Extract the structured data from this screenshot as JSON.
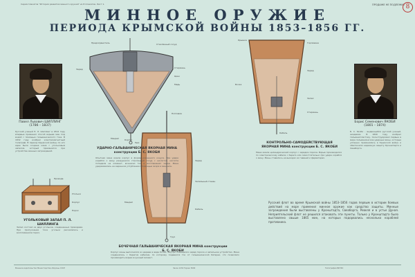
{
  "header": {
    "top_note": "Серия плакатов \"История развития минного оружия\" из 8 плакатов. Лист 1.",
    "sale_note": "ПРОДАЖЕ НЕ ПОДЛЕЖИТ",
    "badge": "8",
    "title": "МИННОЕ ОРУЖИЕ",
    "subtitle": "ПЕРИОДА КРЫМСКОЙ ВОЙНЫ 1853–1856 ГГ."
  },
  "left_person": {
    "name": "Павел Львович ШИЛЛИНГ",
    "years": "(1786 – 1837)",
    "text": "Русский ученый П. Л. Шиллинг в 1812 году впервые применил способ взрыва мин под водой с помощью гальванического тока. В 1832 году изобрел электромагнитный телеграф. В период Крымской войны по его идее была создана мина с угольковым запалом, который применялся при устройстве минных заграждений."
  },
  "right_person": {
    "name": "Борис Семенович ЯКОБИ",
    "years": "(1801 – 1874)",
    "text": "Б. С. Якоби – выдающийся русский ученый, академик. В 1840 году изобрел гальванопластику. Сконструировал первые в мире гальванические ударные мины, которые успешно применялись в Крымской войне и обеспечили надежную защиту Кронштадта и Свеаборга."
  },
  "panels": {
    "mine1": {
      "label": "УДАРНО-ГАЛЬВАНИЧЕСКАЯ ЯКОРНАЯ МИНА конструкции Б. С. ЯКОБИ",
      "text": "Опытная мина имела корпус в форме усеченного конуса. При ударе корабля о мину разрушался стеклянный сосуд с кислотой, кислота попадала на элемент, возникал ток и воспламенял заряд. Мина удерживалась на заданном углублении с помощью якоря и минрепа."
    },
    "mine2": {
      "label": "КОНТРОЛЬНО-САМОДЕЙСТВУЮЩАЯ ЯКОРНАЯ МИНА конструкции Б. С. ЯКОБИ",
      "text": "Мина имела цилиндрический корпус с зарядом пороха. Взрыв производился по электрическому кабелю с берега или самостоятельно при ударе корабля о мину. Мины ставились на выходах из гаваней и фарватерах."
    },
    "mine3": {
      "label": "БОЧЕЧНАЯ ГАЛЬВАНИЧЕСКАЯ ЯКОРНАЯ МИНА конструкции Б. С. ЯКОБИ",
      "text": "Корпус мины выполнялся из дерева в виде бочки. Внутри помещался заряд пороха и запальное устройство. Мина соединялась с берегом кабелем, по которому подавался ток от гальванической батареи, что позволяло производить взрыв в нужный момент."
    },
    "fuse": {
      "label": "УГОЛЬКОВЫЙ ЗАПАЛ П. Л. ШИЛЛИНГА",
      "text": "Запал состоял из двух угольков, соединенных проводами. При пропускании тока угольки раскалялись и воспламеняли порох."
    }
  },
  "right_text": "Русский флот во время Крымской войны 1853–1856 годов первым в истории боевых действий на море применил минное оружие как средство защиты. Минные заграждения были выставлены у Кронштадта, Свеаборга, Ревеля и в устье Дуная. Неприятельский флот не решился атаковать эти пункты. Только у Кронштадта было выставлено свыше 1865 мин, на которых подорвались несколько кораблей противника.",
  "callouts": {
    "m1": [
      "Предохранитель",
      "Стеклянный сосуд",
      "Заряд",
      "Стержень",
      "Цинк",
      "Медь",
      "Минреп",
      "Рым"
    ],
    "m2": [
      "Крышка",
      "Горловина",
      "Запал",
      "Заряд",
      "Бочка",
      "Кабель",
      "Стержень"
    ],
    "m3": [
      "Поплавок",
      "Корпус",
      "Заряд",
      "Запальный стакан",
      "Минреп",
      "Груз",
      "Кабель"
    ],
    "fuse": [
      "Провода",
      "Угольки",
      "Корпус",
      "Порох"
    ]
  },
  "footer": {
    "print_left": "Военное издательство Министерства обороны СССР",
    "print_mid": "Заказ 1234 Тираж 5000",
    "print_right": "Типография ВИ МО"
  },
  "colors": {
    "background": "#d3e7e0",
    "title": "#283a4e",
    "mine_shell": "#c28a5a",
    "mine_fill": "#d8b596",
    "metal": "#8b8f95"
  }
}
